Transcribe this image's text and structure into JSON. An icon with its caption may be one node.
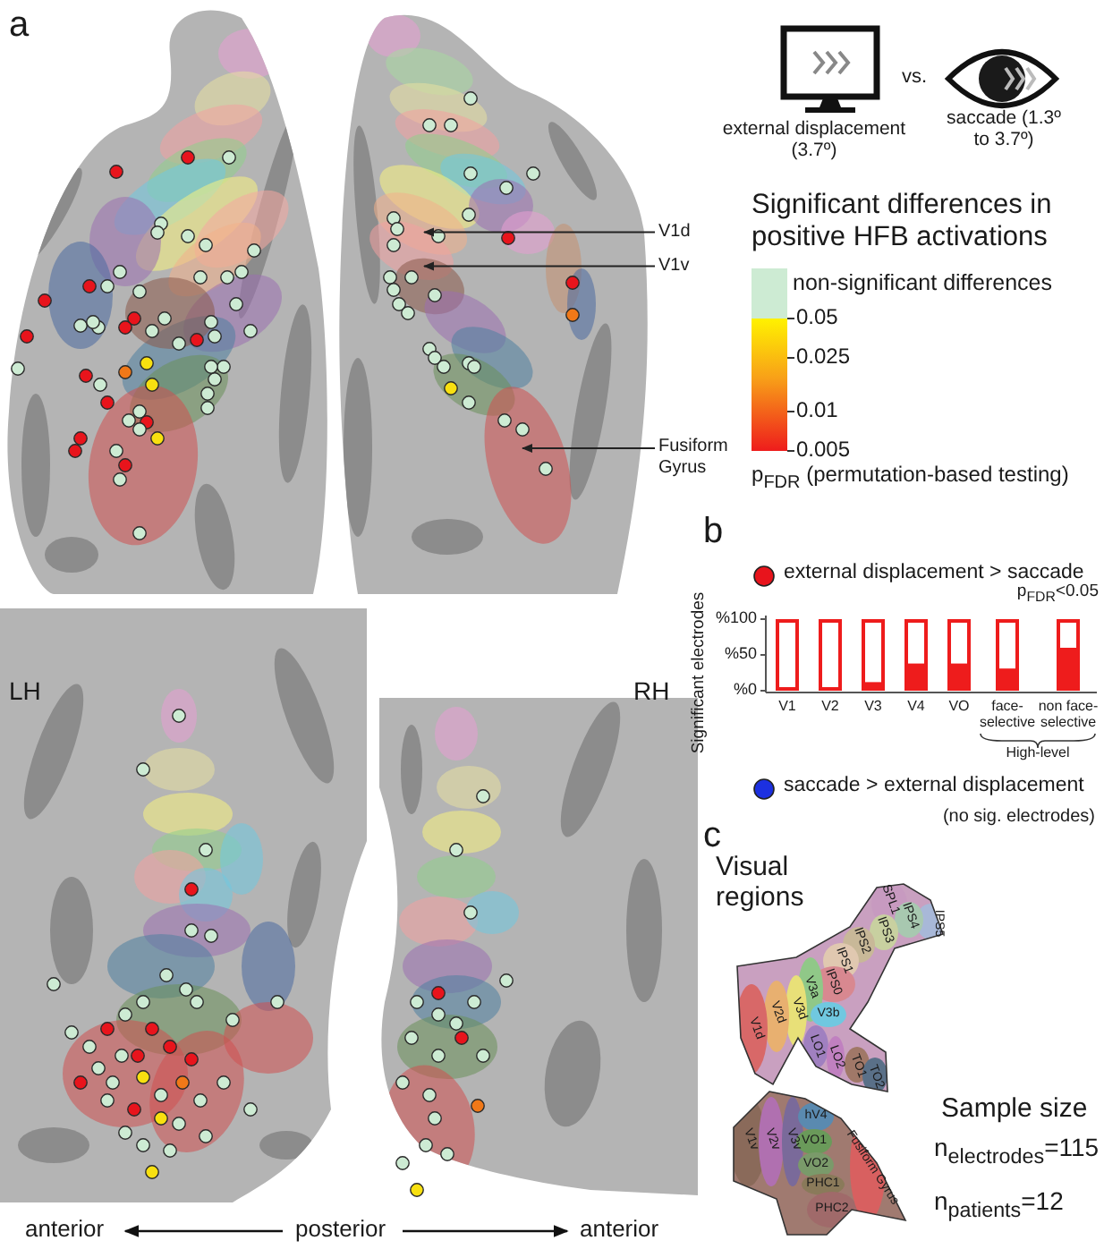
{
  "diagram": {
    "nodes": [
      {
        "text": [
          "V1d"
        ]
      },
      {
        "text": [
          "V1v"
        ]
      },
      {
        "text": [
          "Fusiform Gyrus"
        ]
      }
    ],
    "edges": [
      {
        "from": 0,
        "to": null,
        "arrow": "to"
      },
      {
        "from": 1,
        "to": null,
        "arrow": "to"
      },
      {
        "from": 2,
        "to": null,
        "arrow": "to"
      }
    ],
    "labels": [
      "a",
      "vs.",
      "external displacement (3.7º)",
      "saccade (1.3º to 3.7º)",
      "Significant differences in positive HFB activations",
      "0.05",
      "0.025",
      "0.01",
      "0.005",
      "p$_{FDR}$ (permutation-based testing)",
      "b",
      "p$_{FDR}$<0.05",
      "High-level",
      "(no sig. electrodes)",
      "LH",
      "RH",
      "c",
      "Visual regions",
      "SPL1",
      "IPS5",
      "IPS4",
      "IPS3",
      "IPS2",
      "IPS1",
      "IPS0",
      "V3a",
      "V3d",
      "V2d",
      "V1d",
      "V3b",
      "LO1",
      "LO2",
      "TO1",
      "TO2",
      "V1v",
      "V2v",
      "V3v",
      "hV4",
      "VO1",
      "VO2",
      "PHC1",
      "PHC2",
      "Fusiform Gyrus",
      "Sample size",
      "n$_{electrodes}$=115",
      "n$_{patients}$=12",
      "anterior",
      "posterior",
      "anterior"
    ],
    "legend": [
      {
        "text": "non-significant differences",
        "color": "#cdebd3"
      },
      {
        "text": "external displacement > saccade",
        "color": "#e8141c"
      },
      {
        "text": "saccade > external displacement",
        "color": "#1c30e0"
      }
    ],
    "chart_data": {
      "type": "bar",
      "ylabel": "Significant electrodes",
      "categories": [
        "V1",
        "V2",
        "V3",
        "V4",
        "VO",
        "face- selective",
        "non face- selective"
      ],
      "series": [
        {
          "color": "#ee1c1c",
          "values": [
            0,
            0,
            12,
            38,
            38,
            31,
            60
          ]
        }
      ],
      "ylim": [
        0,
        100
      ],
      "yticks": [
        {
          "value": 0,
          "label": "%0"
        },
        {
          "value": 50,
          "label": "%50"
        },
        {
          "value": 100,
          "label": "%100"
        }
      ]
    }
  }
}
